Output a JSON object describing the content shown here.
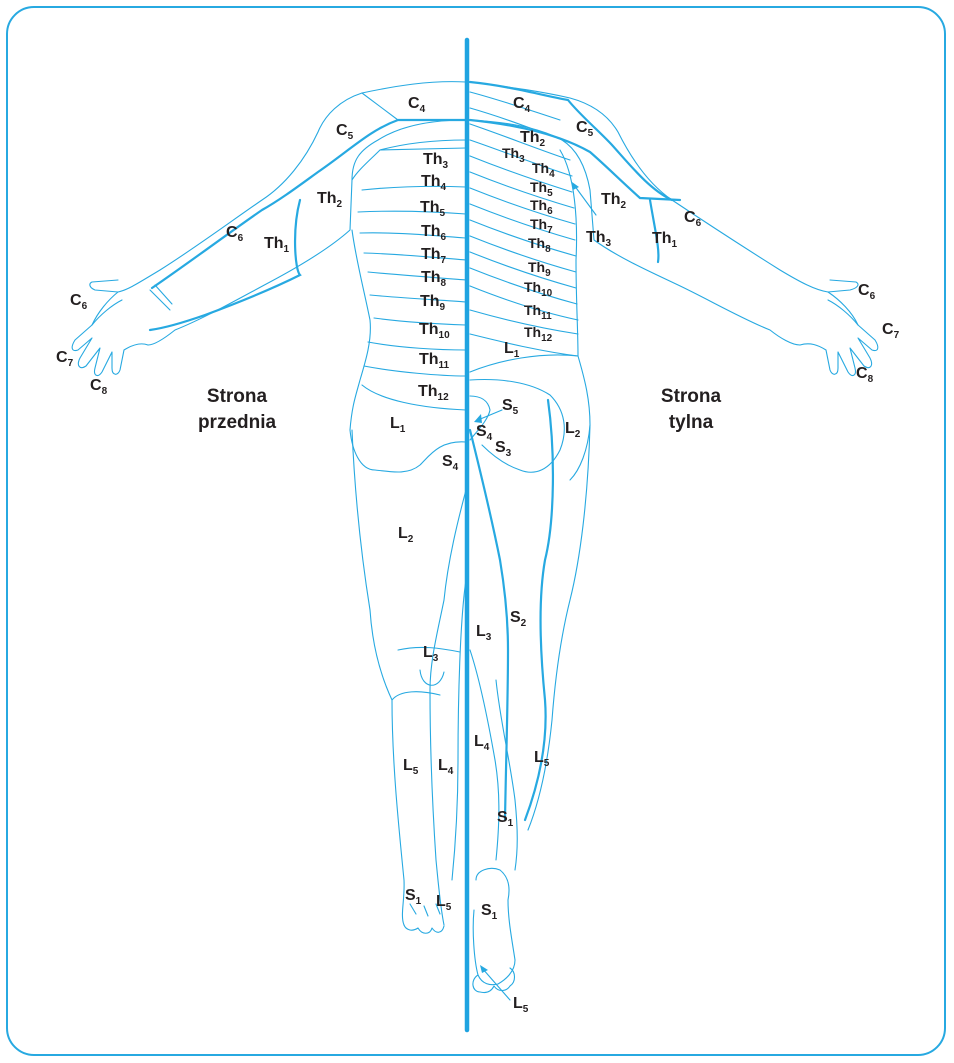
{
  "colors": {
    "line": "#27a9e1",
    "text": "#231f20",
    "background": "#ffffff"
  },
  "titles": {
    "front": [
      "Strona",
      "przednia"
    ],
    "back": [
      "Strona",
      "tylna"
    ]
  },
  "labels": {
    "front": [
      {
        "main": "C",
        "sub": "4"
      },
      {
        "main": "C",
        "sub": "5"
      },
      {
        "main": "C",
        "sub": "6"
      },
      {
        "main": "C",
        "sub": "6"
      },
      {
        "main": "C",
        "sub": "7"
      },
      {
        "main": "C",
        "sub": "8"
      },
      {
        "main": "Th",
        "sub": "2"
      },
      {
        "main": "Th",
        "sub": "1"
      },
      {
        "main": "Th",
        "sub": "3"
      },
      {
        "main": "Th",
        "sub": "4"
      },
      {
        "main": "Th",
        "sub": "5"
      },
      {
        "main": "Th",
        "sub": "6"
      },
      {
        "main": "Th",
        "sub": "7"
      },
      {
        "main": "Th",
        "sub": "8"
      },
      {
        "main": "Th",
        "sub": "9"
      },
      {
        "main": "Th",
        "sub": "10"
      },
      {
        "main": "Th",
        "sub": "11"
      },
      {
        "main": "Th",
        "sub": "12"
      },
      {
        "main": "L",
        "sub": "1"
      },
      {
        "main": "S",
        "sub": "4"
      },
      {
        "main": "L",
        "sub": "2"
      },
      {
        "main": "L",
        "sub": "3"
      },
      {
        "main": "L",
        "sub": "5"
      },
      {
        "main": "L",
        "sub": "4"
      },
      {
        "main": "S",
        "sub": "1"
      },
      {
        "main": "L",
        "sub": "5"
      }
    ],
    "back": [
      {
        "main": "C",
        "sub": "4"
      },
      {
        "main": "C",
        "sub": "5"
      },
      {
        "main": "Th",
        "sub": "2"
      },
      {
        "main": "Th",
        "sub": "3"
      },
      {
        "main": "Th",
        "sub": "4"
      },
      {
        "main": "Th",
        "sub": "5"
      },
      {
        "main": "Th",
        "sub": "6"
      },
      {
        "main": "Th",
        "sub": "7"
      },
      {
        "main": "Th",
        "sub": "8"
      },
      {
        "main": "Th",
        "sub": "9"
      },
      {
        "main": "Th",
        "sub": "10"
      },
      {
        "main": "Th",
        "sub": "11"
      },
      {
        "main": "Th",
        "sub": "12"
      },
      {
        "main": "L",
        "sub": "1"
      },
      {
        "main": "Th",
        "sub": "2"
      },
      {
        "main": "Th",
        "sub": "3"
      },
      {
        "main": "C",
        "sub": "6"
      },
      {
        "main": "Th",
        "sub": "1"
      },
      {
        "main": "C",
        "sub": "6"
      },
      {
        "main": "C",
        "sub": "7"
      },
      {
        "main": "C",
        "sub": "8"
      },
      {
        "main": "S",
        "sub": "5"
      },
      {
        "main": "S",
        "sub": "4"
      },
      {
        "main": "S",
        "sub": "3"
      },
      {
        "main": "L",
        "sub": "2"
      },
      {
        "main": "L",
        "sub": "3"
      },
      {
        "main": "S",
        "sub": "2"
      },
      {
        "main": "L",
        "sub": "4"
      },
      {
        "main": "L",
        "sub": "5"
      },
      {
        "main": "S",
        "sub": "1"
      },
      {
        "main": "S",
        "sub": "1"
      },
      {
        "main": "L",
        "sub": "5"
      }
    ]
  }
}
